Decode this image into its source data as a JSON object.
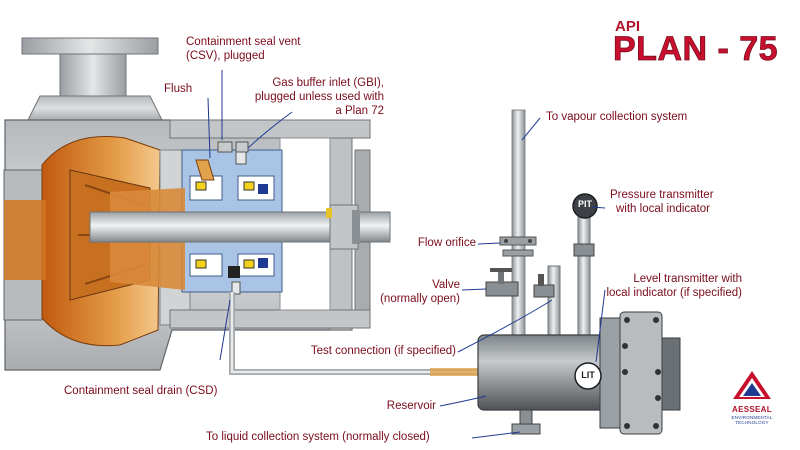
{
  "title": {
    "prefix": "API",
    "main": "PLAN - 75"
  },
  "labels": {
    "csv": [
      "Containment seal vent",
      "(CSV), plugged"
    ],
    "flush": "Flush",
    "gbi": [
      "Gas buffer inlet (GBI),",
      "plugged unless used with",
      "a Plan 72"
    ],
    "vapour": "To vapour collection system",
    "pressure": [
      "Pressure transmitter",
      "with local indicator"
    ],
    "flow_orifice": "Flow orifice",
    "valve": [
      "Valve",
      "(normally open)"
    ],
    "level": [
      "Level transmitter with",
      "local indicator (if specified)"
    ],
    "test_connection": "Test connection (if specified)",
    "csd": "Containment seal drain (CSD)",
    "reservoir": "Reservoir",
    "liquid": "To liquid collection system (normally closed)"
  },
  "instruments": {
    "pit": "PIT",
    "lit": "LIT"
  },
  "brand": {
    "name": "AESSEAL",
    "tagline": "ENVIRONMENTAL TECHNOLOGY"
  },
  "colors": {
    "label": "#7a0c1c",
    "title": "#c8102e",
    "casing": "#c9cbcd",
    "fluid": "#d9822b",
    "seal": "#a9c4e4"
  }
}
